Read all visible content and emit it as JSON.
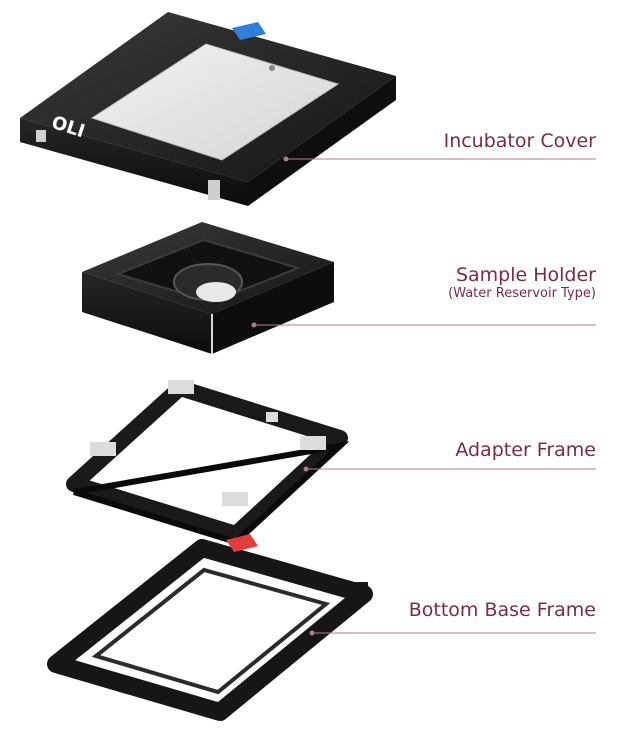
{
  "labels": {
    "incubator_cover": "Incubator Cover",
    "sample_holder": "Sample Holder",
    "sample_holder_sub": "(Water Reservoir Type)",
    "adapter_frame": "Adapter Frame",
    "bottom_base_frame": "Bottom Base Frame"
  },
  "logo_text": "OLI",
  "colors": {
    "label": "#7a2b47",
    "leader": "#b47a8e",
    "frame": "#1a1a1a",
    "glass": "#e6e6e6",
    "blue_tab": "#2f7fd8",
    "red_tab": "#e23c3c",
    "clip": "#dcdcdc"
  }
}
